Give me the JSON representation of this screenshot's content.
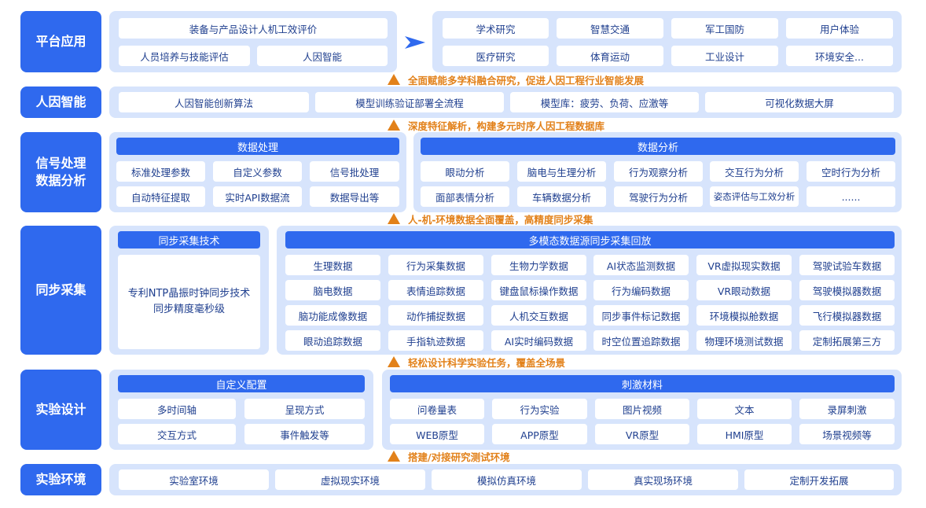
{
  "layers": {
    "platform": {
      "label": "平台应用",
      "left_items": [
        "装备与产品设计人机工效评价",
        "人员培养与技能评估",
        "人因智能"
      ],
      "right_items": [
        "学术研究",
        "智慧交通",
        "军工国防",
        "用户体验",
        "医疗研究",
        "体育运动",
        "工业设计",
        "环境安全..."
      ]
    },
    "ai": {
      "label": "人因智能",
      "items": [
        "人因智能创新算法",
        "模型训练验证部署全流程",
        "模型库：疲劳、负荷、应激等",
        "可视化数据大屏"
      ]
    },
    "signal": {
      "label_line1": "信号处理",
      "label_line2": "数据分析",
      "processing_header": "数据处理",
      "processing_items": [
        "标准处理参数",
        "自定义参数",
        "信号批处理",
        "自动特征提取",
        "实时API数据流",
        "数据导出等"
      ],
      "analysis_header": "数据分析",
      "analysis_items": [
        "眼动分析",
        "脑电与生理分析",
        "行为观察分析",
        "交互行为分析",
        "空时行为分析",
        "面部表情分析",
        "车辆数据分析",
        "驾驶行为分析",
        "姿态评估与工效分析",
        "......"
      ]
    },
    "sync": {
      "label": "同步采集",
      "tech_header": "同步采集技术",
      "tech_line1": "专利NTP晶振时钟同步技术",
      "tech_line2": "同步精度毫秒级",
      "multi_header": "多模态数据源同步采集回放",
      "multi_items": [
        "生理数据",
        "行为采集数据",
        "生物力学数据",
        "AI状态监测数据",
        "VR虚拟现实数据",
        "驾驶试验车数据",
        "脑电数据",
        "表情追踪数据",
        "键盘鼠标操作数据",
        "行为编码数据",
        "VR眼动数据",
        "驾驶模拟器数据",
        "脑功能成像数据",
        "动作捕捉数据",
        "人机交互数据",
        "同步事件标记数据",
        "环境模拟舱数据",
        "飞行模拟器数据",
        "眼动追踪数据",
        "手指轨迹数据",
        "AI实时编码数据",
        "时空位置追踪数据",
        "物理环境测试数据",
        "定制拓展第三方"
      ]
    },
    "design": {
      "label": "实验设计",
      "custom_header": "自定义配置",
      "custom_items": [
        "多时间轴",
        "呈现方式",
        "交互方式",
        "事件触发等"
      ],
      "stim_header": "刺激材料",
      "stim_items": [
        "问卷量表",
        "行为实验",
        "图片视频",
        "文本",
        "录屏刺激",
        "WEB原型",
        "APP原型",
        "VR原型",
        "HMI原型",
        "场景视频等"
      ]
    },
    "env": {
      "label": "实验环境",
      "items": [
        "实验室环境",
        "虚拟现实环境",
        "模拟仿真环境",
        "真实现场环境",
        "定制开发拓展"
      ]
    }
  },
  "connectors": [
    "全面赋能多学科融合研究，促进人因工程行业智能发展",
    "深度特征解析，构建多元时序人因工程数据库",
    "人-机-环境数据全面覆盖，高精度同步采集",
    "轻松设计科学实验任务，覆盖全场景",
    "搭建/对接研究测试环境"
  ],
  "colors": {
    "label_blue": "#2f69ee",
    "panel_blue": "#d7e4fc",
    "text_navy": "#1f3f8f",
    "connector_orange": "#e2811a"
  },
  "icons": {
    "platform_arrow": "right-arrow-icon",
    "connector_arrow": "up-arrow-icon"
  }
}
